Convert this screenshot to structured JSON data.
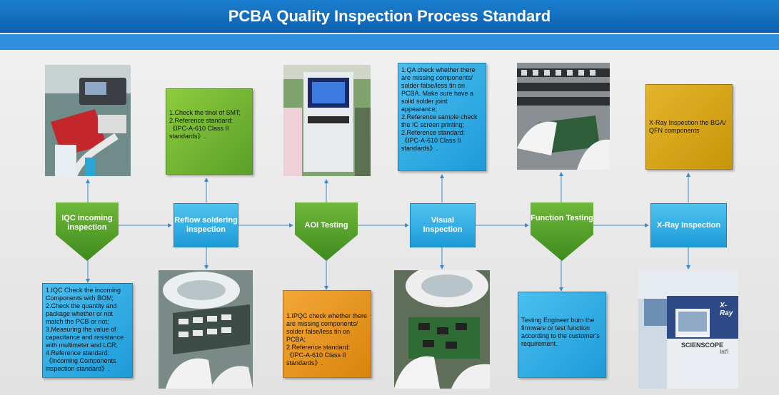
{
  "header": {
    "title": "PCBA Quality Inspection Process Standard"
  },
  "steps": [
    {
      "label": "IQC incoming inspection"
    },
    {
      "label": "Reflow soldering inspection"
    },
    {
      "label": "AOI Testing"
    },
    {
      "label": "Visual Inspection"
    },
    {
      "label": "Function Testing"
    },
    {
      "label": "X-Ray Inspection"
    }
  ],
  "notes": {
    "iqc": [
      "1.IQC Check the incoming Components with BOM;",
      "2.Check the quantity and package whether or not match the PCB or not;",
      "3.Measuring the value of capacitance and resistance with multimeter and LCR;",
      "4.Reference standard: 《incoming Components inspection standard》."
    ],
    "reflow": [
      "1.Check the tinol of SMT;",
      "2.Reference standard: 《IPC-A-610 Class II standards》."
    ],
    "aoi": [
      "1.IPQC check whether there are missing components/ solder false/less tin on PCBA;",
      "2.Reference standard: 《IPC-A-610 Class II standards》."
    ],
    "visual": [
      "1.QA check whether there are missing components/ solder false/less tin on PCBA. Make sure have a solid solder joint appearance;",
      "2.Reference sample check the IC screen printing;",
      "2.Reference standard: 《IPC-A-610 Class II standards》."
    ],
    "function": [
      "Testing Engineer burn the firmware or test function according to the customer's requirement."
    ],
    "xray": [
      "X-Ray Inspection the BGA/ QFN components"
    ]
  },
  "photos": {
    "xray_machine_brand": "SCIENSCOPE",
    "xray_machine_suffix": "Int'l",
    "xray_machine_logo": "X-Ray"
  },
  "colors": {
    "header": "#0d5fae",
    "green": "#5aa028",
    "blue": "#1d9bd8",
    "orange": "#d8840c",
    "gold": "#c8950a"
  }
}
